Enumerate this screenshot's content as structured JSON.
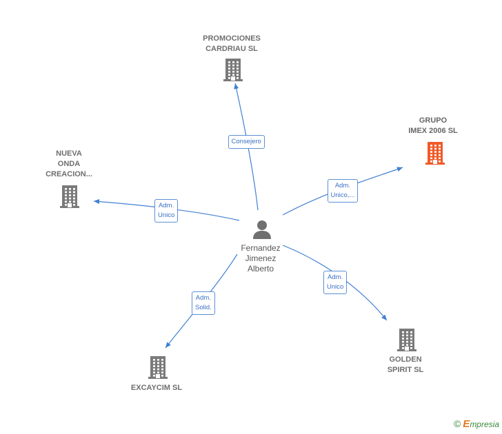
{
  "center": {
    "name_lines": [
      "Fernandez",
      "Jimenez",
      "Alberto"
    ],
    "icon": "person-icon"
  },
  "companies": [
    {
      "id": "promociones",
      "lines": [
        "PROMOCIONES",
        "CARDRIAU SL"
      ],
      "highlight": false,
      "icon": "building-icon"
    },
    {
      "id": "grupo",
      "lines": [
        "GRUPO",
        "IMEX 2006  SL"
      ],
      "highlight": true,
      "icon": "building-icon"
    },
    {
      "id": "nueva",
      "lines": [
        "NUEVA",
        "ONDA",
        "CREACION..."
      ],
      "highlight": false,
      "icon": "building-icon"
    },
    {
      "id": "golden",
      "lines": [
        "GOLDEN",
        "SPIRIT  SL"
      ],
      "highlight": false,
      "icon": "building-icon"
    },
    {
      "id": "excaycim",
      "lines": [
        "EXCAYCIM  SL"
      ],
      "highlight": false,
      "icon": "building-icon"
    }
  ],
  "relations": [
    {
      "to": "promociones",
      "label_lines": [
        "Consejero"
      ]
    },
    {
      "to": "grupo",
      "label_lines": [
        "Adm.",
        "Unico,..."
      ]
    },
    {
      "to": "nueva",
      "label_lines": [
        "Adm.",
        "Unico"
      ]
    },
    {
      "to": "golden",
      "label_lines": [
        "Adm.",
        "Unico"
      ]
    },
    {
      "to": "excaycim",
      "label_lines": [
        "Adm.",
        "Solid."
      ]
    }
  ],
  "colors": {
    "edge": "#3f7fd4",
    "building": "#7a7a7a",
    "building_highlight": "#f05a28",
    "person": "#707070"
  },
  "brand": {
    "symbol": "©",
    "initial": "E",
    "rest": "mpresia"
  }
}
